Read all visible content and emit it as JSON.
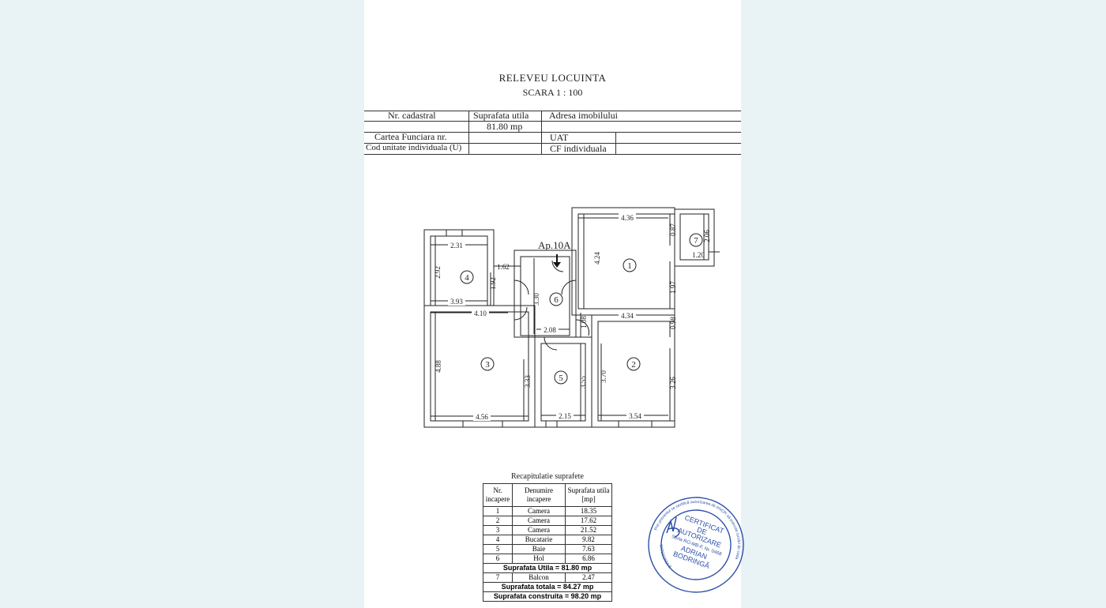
{
  "title": "RELEVEU  LOCUINTA",
  "scale": "SCARA  1 : 100",
  "info": {
    "nr_cadastral": "Nr. cadastral",
    "suprafata_utila_label": "Suprafata utila",
    "suprafata_utila_value": "81.80 mp",
    "adresa": "Adresa imobilului",
    "carte_funciara": "Cartea Funciara nr.",
    "uat": "UAT",
    "cod_unitate": "Cod unitate individuala (U)",
    "cf_individuala": "CF individuala"
  },
  "plan": {
    "apartment": "Ap.10A",
    "rooms": [
      "1",
      "2",
      "3",
      "4",
      "5",
      "6",
      "7"
    ],
    "dims": {
      "r1_width": "4.36",
      "r1_height": "4.24",
      "r1_side_top": "0.87",
      "r1_side_bottom": "1.97",
      "r1_bottom": "4.34",
      "r7_height": "2.06",
      "r7_width": "1.20",
      "r4_width": "2.31",
      "r4_height": "2.92",
      "r4_notch": "1.62",
      "r4_inner": "1.92",
      "r4_bottom": "3.93",
      "r6_height": "3.30",
      "r6_width": "2.08",
      "r6_small": "1.08",
      "r3_top": "4.10",
      "r3_height": "4.88",
      "r3_inner": "3.33",
      "r3_bottom": "4.56",
      "r5_height": "3.55",
      "r5_bottom": "2.15",
      "r2_top_side": "0.98",
      "r2_left": "3.70",
      "r2_right": "3.26",
      "r2_bottom": "3.54"
    }
  },
  "recap": {
    "title": "Recapitulatie suprafete",
    "headers": [
      "Nr. incapere",
      "Denumire incapere",
      "Suprafata utila [mp]"
    ],
    "rows": [
      [
        "1",
        "Camera",
        "18.35"
      ],
      [
        "2",
        "Camera",
        "17.62"
      ],
      [
        "3",
        "Camera",
        "21.52"
      ],
      [
        "4",
        "Bucatarie",
        "9.82"
      ],
      [
        "5",
        "Baie",
        "7.63"
      ],
      [
        "6",
        "Hol",
        "6.86"
      ]
    ],
    "utila": "Suprafata Utila  =  81.80 mp",
    "balcon": [
      "7",
      "Balcon",
      "2.47"
    ],
    "totala": "Suprafata totala  =  84.27 mp",
    "construita": "Suprafata  construita  =  98.20 mp"
  },
  "stamp": {
    "lines": [
      "CERTIFICAT",
      "DE",
      "AUTORIZARE",
      "Seria RO-MB-F, Nr. 0468",
      "ADRIAN",
      "BODRINGĂ"
    ],
    "ring_top": "Prin prezentul se certifică autorizarea de ANCPI să execute lucrări de cadastru, geodezie",
    "ring_bottom": "CATEGORIA B",
    "color": "#2c4fa8"
  }
}
